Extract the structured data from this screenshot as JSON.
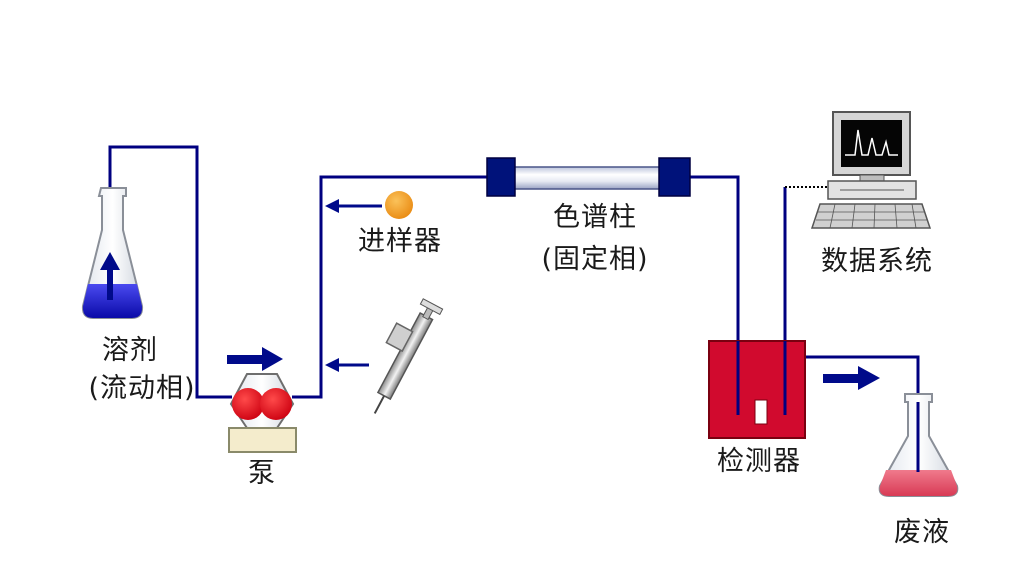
{
  "labels": {
    "solvent": "溶剂",
    "solvent_sub": "(流动相)",
    "pump": "泵",
    "injector": "进样器",
    "column": "色谱柱",
    "column_sub": "(固定相)",
    "data_system": "数据系统",
    "detector": "检测器",
    "waste": "废液"
  },
  "colors": {
    "tubing": "#000080",
    "flow_arrow": "#000a8a",
    "solvent_liquid": "#1a1ad8",
    "waste_liquid": "#e0506a",
    "detector_box": "#d10a2e",
    "pump_rotor": "#e8101a",
    "pump_housing": "#f4eccc",
    "injector_sample": "#f29a1f"
  },
  "icons": [
    "solvent-flask-icon",
    "pump-icon",
    "injector-icon",
    "syringe-icon",
    "column-icon",
    "detector-icon",
    "computer-icon",
    "waste-flask-icon"
  ]
}
